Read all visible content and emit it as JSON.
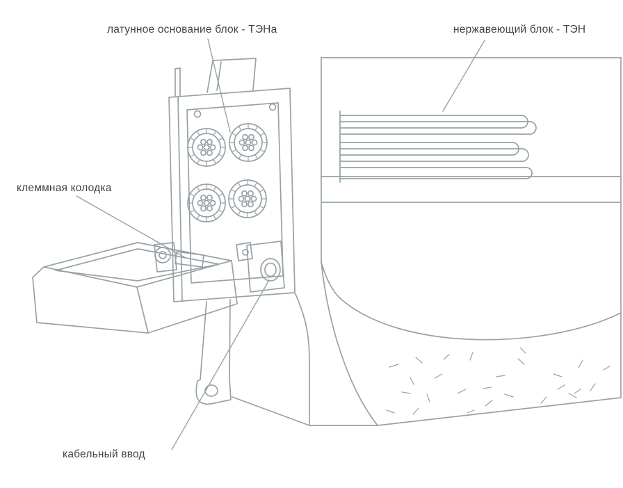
{
  "labels": {
    "brass_base": "латунное основание блок - ТЭНа",
    "stainless_block": "нержавеющий блок - ТЭН",
    "terminal_block": "клеммная колодка",
    "cable_entry": "кабельный ввод"
  },
  "colors": {
    "line": "#98a2a6",
    "text": "#3d4449",
    "background": "#ffffff"
  }
}
